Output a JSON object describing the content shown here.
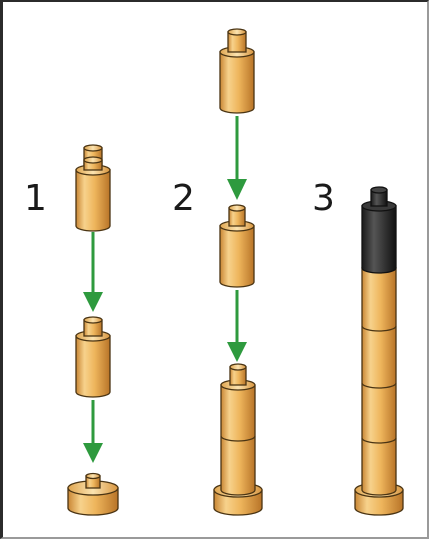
{
  "steps": [
    {
      "number": "1"
    },
    {
      "number": "2"
    },
    {
      "number": "3"
    }
  ],
  "colors": {
    "wood_light": "#f6cf86",
    "wood_mid": "#e9a94c",
    "wood_dark": "#b8742a",
    "arrow": "#2e9a3e",
    "cap": "#2a2a2a"
  }
}
